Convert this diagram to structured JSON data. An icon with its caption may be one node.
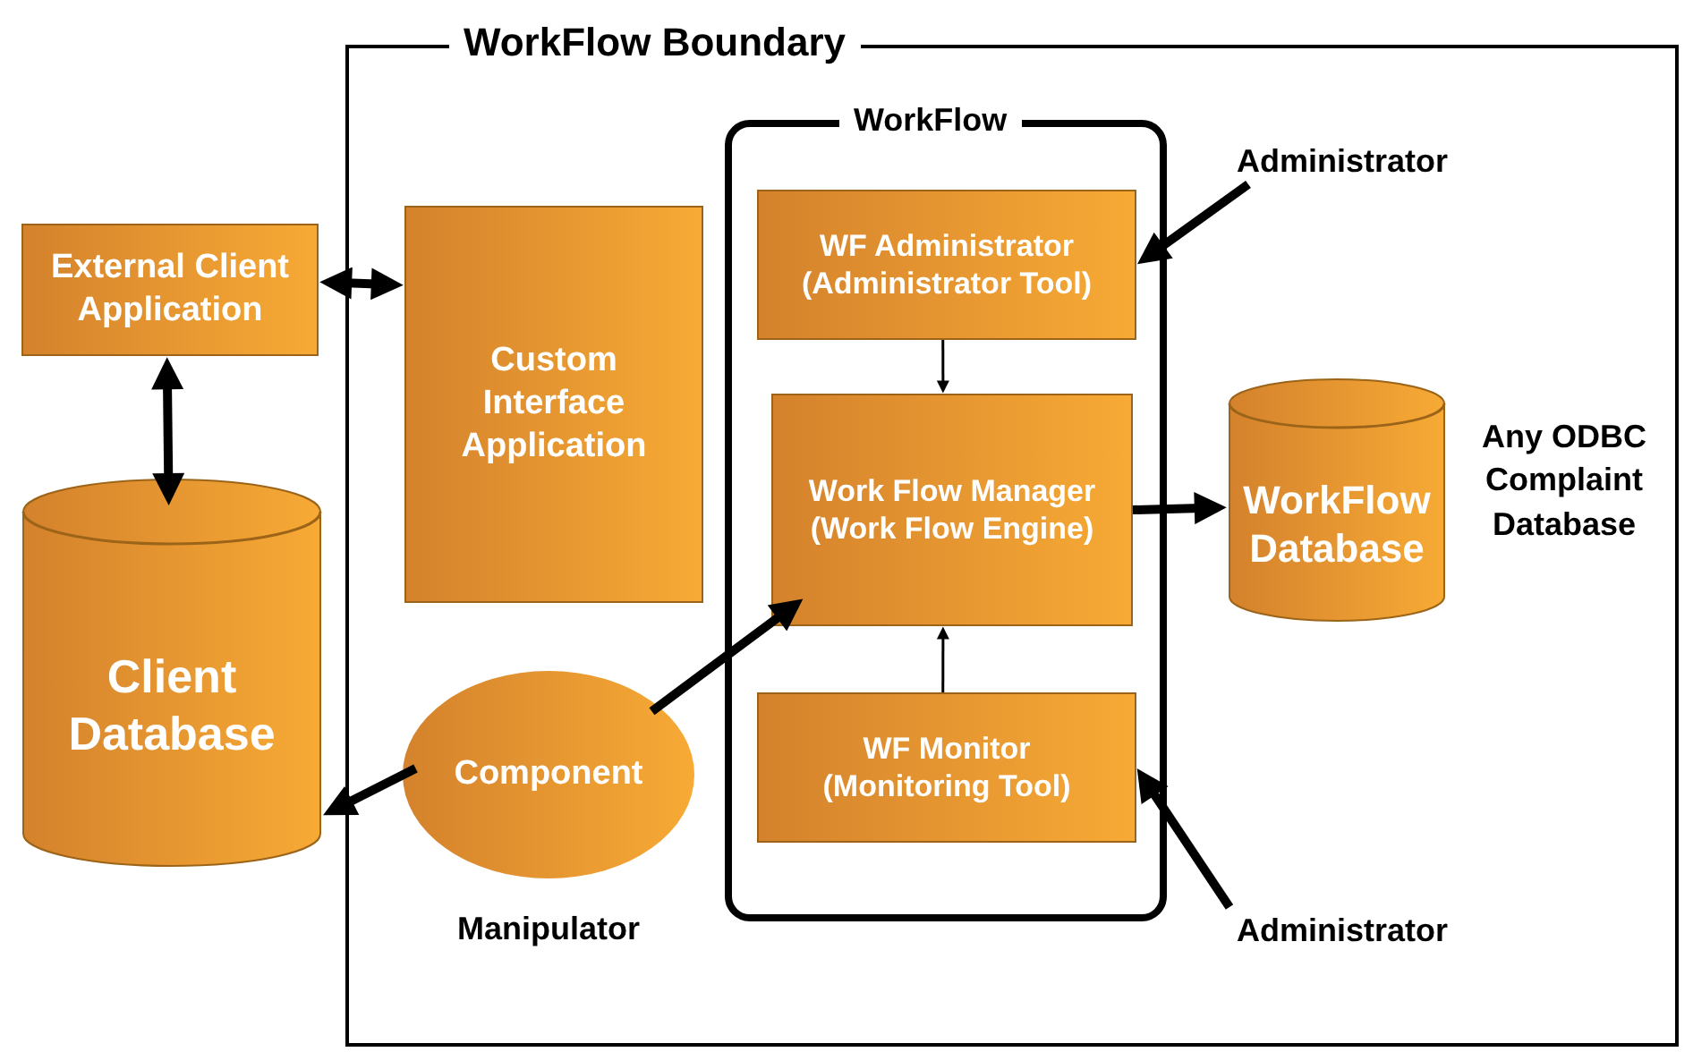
{
  "diagram": {
    "nodes": [
      {
        "text": [
          "WorkFlow Boundary"
        ]
      },
      {
        "text": [
          "External Client Application"
        ]
      },
      {
        "text": [
          "Client Database"
        ]
      },
      {
        "text": [
          "Custom Interface Application"
        ],
        "in": 0
      },
      {
        "text": [
          "Component"
        ],
        "in": 0,
        "beside": [
          "Manipulator"
        ]
      },
      {
        "text": [
          "WorkFlow"
        ],
        "in": 0
      },
      {
        "text": [
          "WF Administrator (Administrator Tool)"
        ],
        "in": 5
      },
      {
        "text": [
          "Work Flow Manager (Work Flow Engine)"
        ],
        "in": 5
      },
      {
        "text": [
          "WF Monitor (Monitoring Tool)"
        ],
        "in": 5
      },
      {
        "text": [
          "WorkFlow Database"
        ],
        "in": 0,
        "beside": [
          "Any ODBC Complaint Database"
        ]
      },
      {
        "text": [
          "Administrator"
        ],
        "in": 0
      },
      {
        "text": [
          "Administrator"
        ],
        "in": 0
      }
    ],
    "edges": [
      {
        "from": 1,
        "to": 3,
        "arrow": "both"
      },
      {
        "from": 1,
        "to": 2,
        "arrow": "both"
      },
      {
        "from": 4,
        "to": 2,
        "arrow": "to"
      },
      {
        "from": 4,
        "to": 7,
        "arrow": "to"
      },
      {
        "from": 6,
        "to": 7,
        "arrow": "to"
      },
      {
        "from": 8,
        "to": 7,
        "arrow": "to"
      },
      {
        "from": 7,
        "to": 9,
        "arrow": "to"
      },
      {
        "from": 10,
        "to": 6,
        "arrow": "to"
      },
      {
        "from": 11,
        "to": 8,
        "arrow": "to"
      }
    ]
  }
}
